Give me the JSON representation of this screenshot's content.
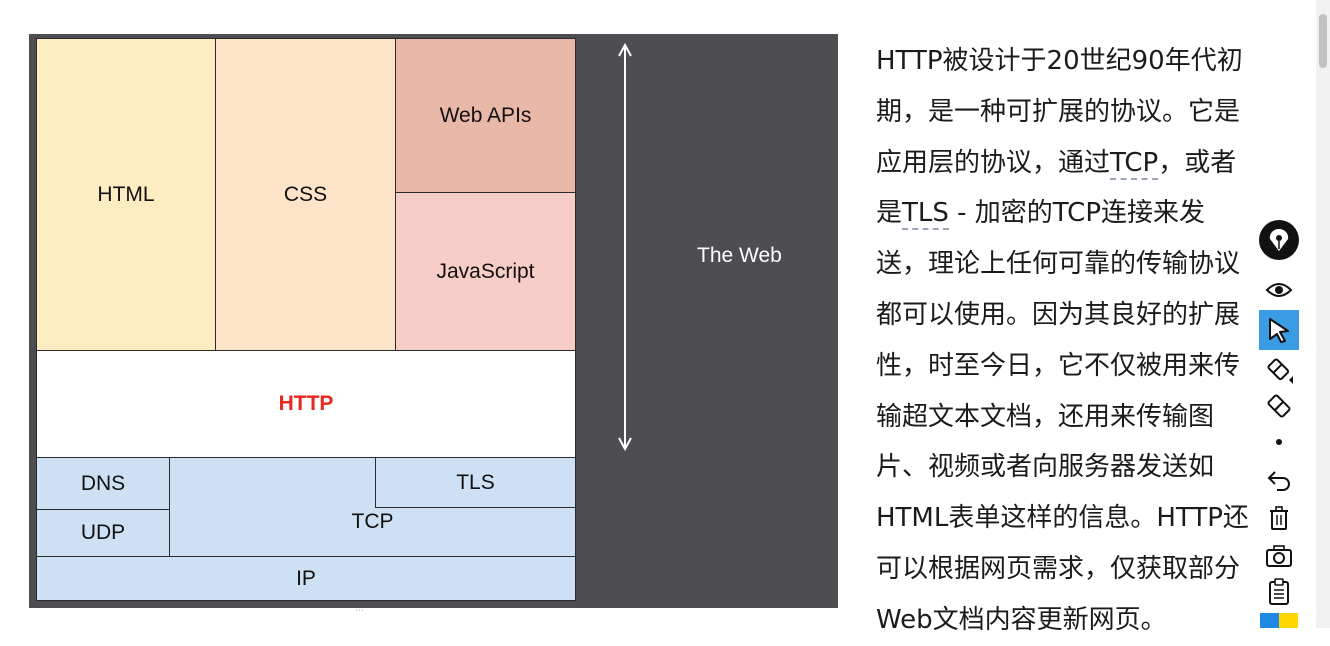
{
  "diagram": {
    "blocks": {
      "html": "HTML",
      "css": "CSS",
      "web_apis": "Web APIs",
      "javascript": "JavaScript",
      "http": "HTTP",
      "dns": "DNS",
      "udp": "UDP",
      "tcp": "TCP",
      "tls": "TLS",
      "ip": "IP"
    },
    "the_web_label": "The Web",
    "colors": {
      "background": "#4d4d52",
      "html": "#fdebc2",
      "css": "#fde3c8",
      "web_apis": "#e9b8a8",
      "javascript": "#f7cdc8",
      "http_text": "#e8271d",
      "network": "#cde0f4"
    }
  },
  "article": {
    "lines": [
      {
        "t": "HTTP被设计于20世纪90年代初"
      },
      {
        "t": "期，是一种可扩展的协议。它是"
      },
      {
        "a": "应用层的协议，通过",
        "link": "TCP",
        "b": "，或者"
      },
      {
        "a": "是",
        "link": "TLS",
        "b": " - 加密的TCP连接来发"
      },
      {
        "t": "送，理论上任何可靠的传输协议"
      },
      {
        "t": "都可以使用。因为其良好的扩展"
      },
      {
        "t": "性，时至今日，它不仅被用来传"
      },
      {
        "t": "输超文本文档，还用来传输图"
      },
      {
        "t": "片、视频或者向服务器发送如"
      },
      {
        "t": "HTML表单这样的信息。HTTP还"
      },
      {
        "t": "可以根据网页需求，仅获取部分"
      },
      {
        "t": "Web文档内容更新网页。"
      }
    ]
  },
  "toolbar": {
    "fab_icon": "pen-nib-icon",
    "tools": [
      "eye-icon",
      "cursor-icon",
      "highlighter-icon",
      "eraser-icon",
      "dot-icon",
      "undo-icon",
      "trash-icon",
      "camera-icon",
      "clipboard-icon"
    ],
    "active_tool": "cursor-icon",
    "swatch_colors": [
      "#1e88e5",
      "#ffd600"
    ]
  }
}
